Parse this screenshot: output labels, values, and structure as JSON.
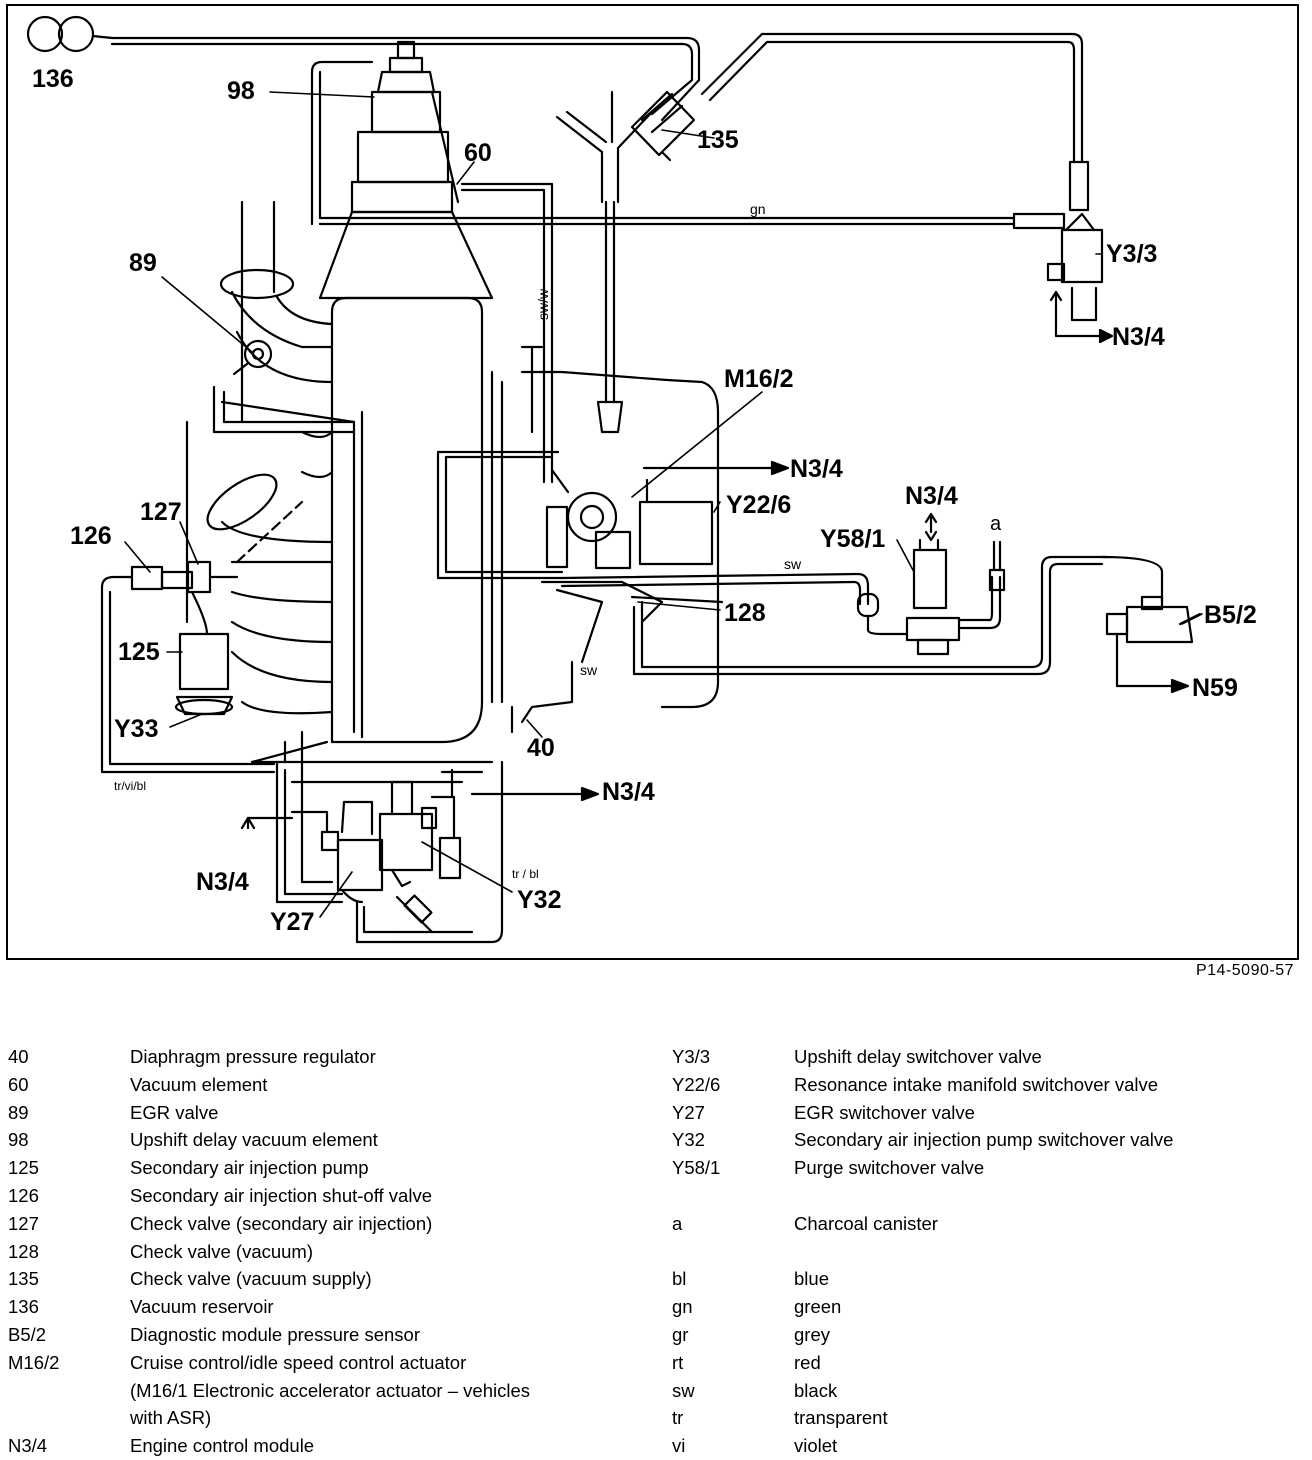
{
  "diagram": {
    "labels": {
      "c136": "136",
      "c98": "98",
      "c60": "60",
      "c135": "135",
      "c89": "89",
      "cM16_2": "M16/2",
      "cY3_3": "Y3/3",
      "cN3_4_a": "N3/4",
      "cN3_4_b": "N3/4",
      "cN3_4_c": "N3/4",
      "cN3_4_d": "N3/4",
      "cN3_4_e": "N3/4",
      "cY22_6": "Y22/6",
      "cY58_1": "Y58/1",
      "c_a": "a",
      "c126": "126",
      "c127": "127",
      "c128": "128",
      "cB5_2": "B5/2",
      "c125": "125",
      "cN59": "N59",
      "cY33": "Y33",
      "c40": "40",
      "cY27": "Y27",
      "cY32": "Y32"
    },
    "wire_labels": {
      "gn": "gn",
      "sw_w": "sw/w",
      "sw_1": "sw",
      "sw_2": "sw",
      "tr_vi_bl": "tr/vi/bl",
      "tr_bl": "tr / bl"
    }
  },
  "reference": "P14-5090-57",
  "legend_left": [
    {
      "code": "40",
      "desc": "Diaphragm pressure regulator"
    },
    {
      "code": "60",
      "desc": "Vacuum element"
    },
    {
      "code": "89",
      "desc": "EGR valve"
    },
    {
      "code": "98",
      "desc": "Upshift delay vacuum element"
    },
    {
      "code": "125",
      "desc": "Secondary air injection pump"
    },
    {
      "code": "126",
      "desc": "Secondary air injection shut-off valve"
    },
    {
      "code": "127",
      "desc": "Check valve (secondary air injection)"
    },
    {
      "code": "128",
      "desc": "Check valve (vacuum)"
    },
    {
      "code": "135",
      "desc": "Check valve (vacuum supply)"
    },
    {
      "code": "136",
      "desc": "Vacuum reservoir"
    },
    {
      "code": "B5/2",
      "desc": "Diagnostic module pressure sensor"
    },
    {
      "code": "M16/2",
      "desc": "Cruise control/idle speed control actuator"
    },
    {
      "code": "",
      "desc": "(M16/1 Electronic accelerator actuator – vehicles"
    },
    {
      "code": "",
      "desc": "with ASR)"
    },
    {
      "code": "N3/4",
      "desc": "Engine control module"
    }
  ],
  "legend_right": [
    {
      "code": "Y3/3",
      "desc": "Upshift delay switchover valve"
    },
    {
      "code": "Y22/6",
      "desc": "Resonance intake manifold switchover valve"
    },
    {
      "code": "Y27",
      "desc": "EGR switchover valve"
    },
    {
      "code": "Y32",
      "desc": "Secondary air injection pump switchover valve"
    },
    {
      "code": "Y58/1",
      "desc": "Purge switchover valve"
    },
    {
      "code": "",
      "desc": ""
    },
    {
      "code": "a",
      "desc": "Charcoal canister"
    },
    {
      "code": "",
      "desc": ""
    },
    {
      "code": "bl",
      "desc": "blue"
    },
    {
      "code": "gn",
      "desc": "green"
    },
    {
      "code": "gr",
      "desc": "grey"
    },
    {
      "code": "rt",
      "desc": "red"
    },
    {
      "code": "sw",
      "desc": "black"
    },
    {
      "code": "tr",
      "desc": "transparent"
    },
    {
      "code": "vi",
      "desc": "violet"
    }
  ]
}
